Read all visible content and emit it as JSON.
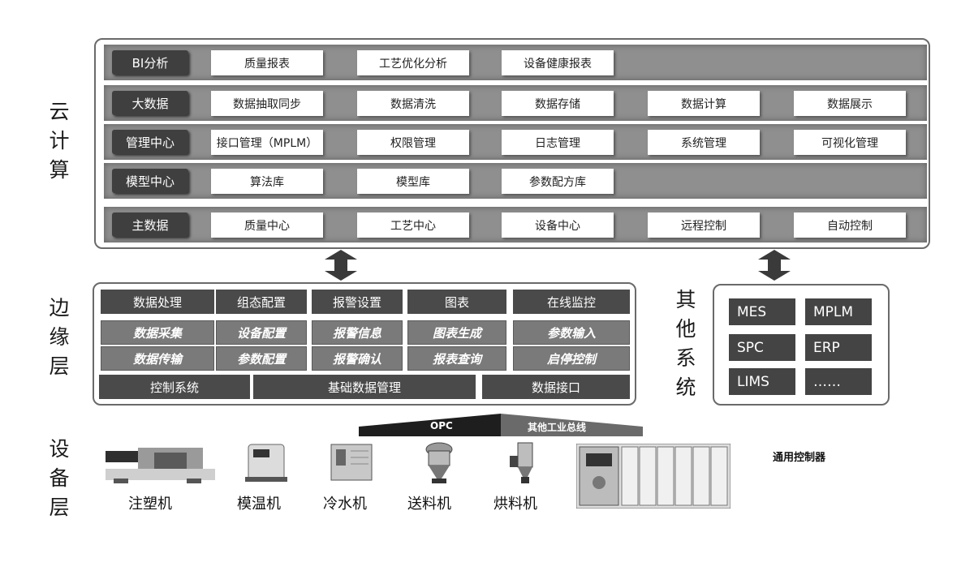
{
  "layers": {
    "cloud": "云计算",
    "edge": "边缘层",
    "other": "其他系统",
    "device": "设备层"
  },
  "cloud_rows": [
    {
      "category": "BI分析",
      "items": [
        "质量报表",
        "工艺优化分析",
        "设备健康报表"
      ]
    },
    {
      "category": "大数据",
      "items": [
        "数据抽取同步",
        "数据清洗",
        "数据存储",
        "数据计算",
        "数据展示"
      ]
    },
    {
      "category": "管理中心",
      "items": [
        "接口管理（MPLM）",
        "权限管理",
        "日志管理",
        "系统管理",
        "可视化管理"
      ]
    },
    {
      "category": "模型中心",
      "items": [
        "算法库",
        "模型库",
        "参数配方库"
      ]
    },
    {
      "category": "主数据",
      "items": [
        "质量中心",
        "工艺中心",
        "设备中心",
        "远程控制",
        "自动控制"
      ]
    }
  ],
  "edge_rows": [
    [
      "数据处理",
      "组态配置",
      "报警设置",
      "图表",
      "在线监控"
    ],
    [
      "数据采集",
      "设备配置",
      "报警信息",
      "图表生成",
      "参数输入"
    ],
    [
      "数据传输",
      "参数配置",
      "报警确认",
      "报表查询",
      "启停控制"
    ],
    [
      "控制系统",
      "基础数据管理",
      "数据接口"
    ]
  ],
  "other_systems": [
    "MES",
    "MPLM",
    "SPC",
    "ERP",
    "LIMS",
    "……"
  ],
  "bus": {
    "left": "OPC",
    "right": "其他工业总线"
  },
  "devices": [
    "注塑机",
    "模温机",
    "冷水机",
    "送料机",
    "烘料机"
  ],
  "controller_label": "通用控制器",
  "colors": {
    "dark_cell": "#3f3f3f",
    "row_band": "#8f8f8f",
    "border": "#6a6a6a"
  }
}
